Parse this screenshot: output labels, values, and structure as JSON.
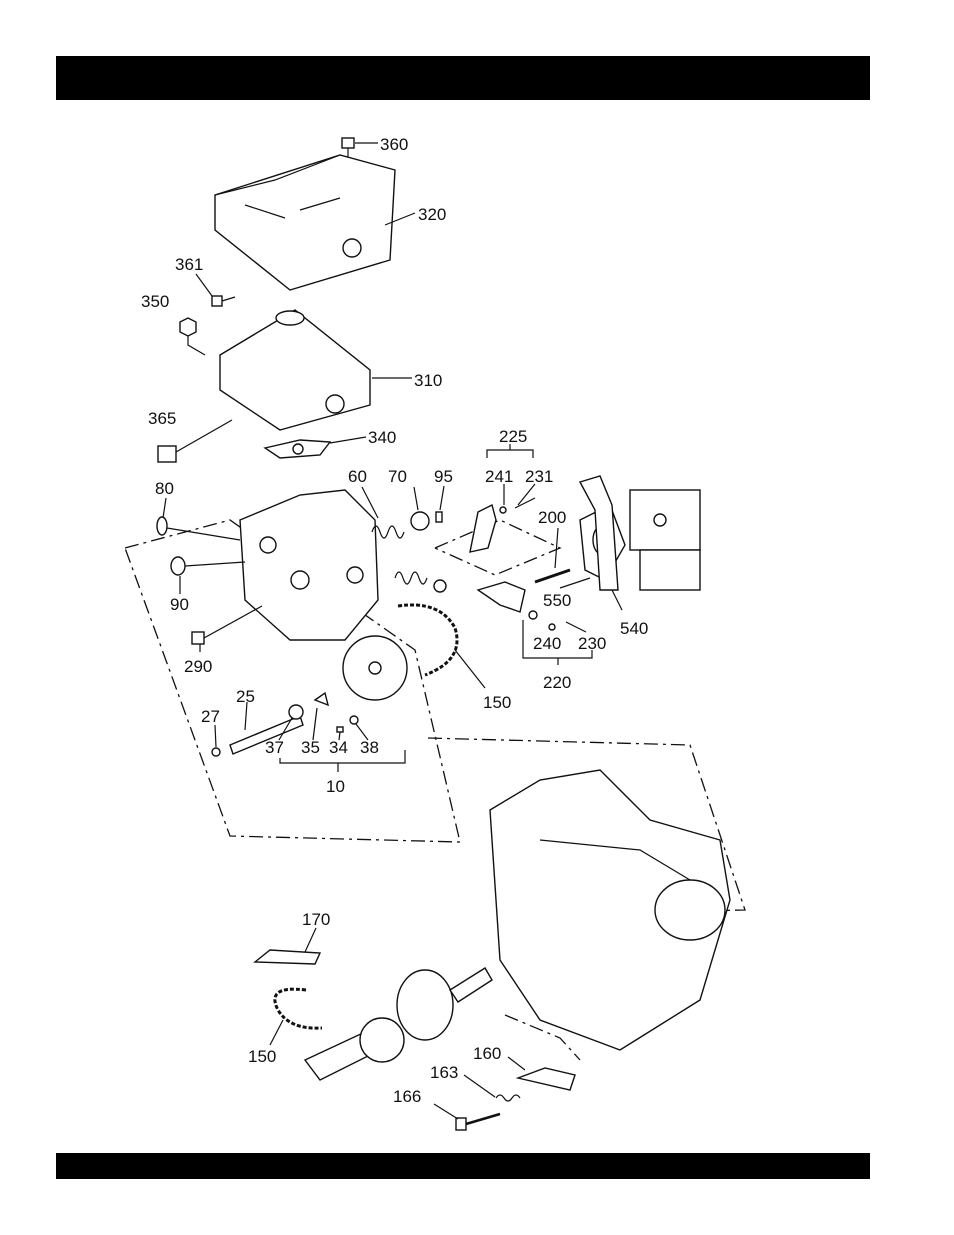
{
  "header": {
    "bar_color": "#000000"
  },
  "footer": {
    "bar_color": "#000000"
  },
  "callouts": {
    "c360": "360",
    "c320": "320",
    "c361": "361",
    "c350": "350",
    "c310": "310",
    "c365": "365",
    "c340": "340",
    "c225": "225",
    "c241": "241",
    "c231": "231",
    "c60": "60",
    "c70": "70",
    "c95": "95",
    "c80": "80",
    "c200": "200",
    "c90": "90",
    "c550": "550",
    "c540": "540",
    "c240": "240",
    "c230": "230",
    "c220": "220",
    "c290": "290",
    "c150a": "150",
    "c25": "25",
    "c27": "27",
    "c37": "37",
    "c35": "35",
    "c34": "34",
    "c38": "38",
    "c10": "10",
    "c170": "170",
    "c150b": "150",
    "c160": "160",
    "c163": "163",
    "c166": "166"
  }
}
